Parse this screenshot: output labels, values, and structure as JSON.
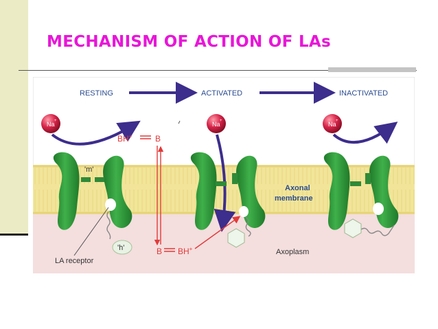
{
  "slide": {
    "title": "MECHANISM OF ACTION OF LAs",
    "accent_color": "#e816d8",
    "side_bar_color": "#ebebc6"
  },
  "diagram": {
    "states": [
      "RESTING",
      "ACTIVATED",
      "INACTIVATED"
    ],
    "ion_label": "Na",
    "ion_charge": "+",
    "gate_m": "'m'",
    "gate_h": "'h'",
    "drug_base": "B",
    "drug_ionized": "BH",
    "drug_charge": "+",
    "membrane_label_1": "Axonal",
    "membrane_label_2": "membrane",
    "axoplasm_label": "Axoplasm",
    "receptor_label": "LA receptor",
    "colors": {
      "state_arrow": "#3d2d8c",
      "ion": "#d8244a",
      "channel": "#2f9a3a",
      "membrane": "#f2e59a",
      "axoplasm": "#f4dede",
      "drug": "#e23a3a",
      "label_blue": "#2b4c90"
    }
  }
}
